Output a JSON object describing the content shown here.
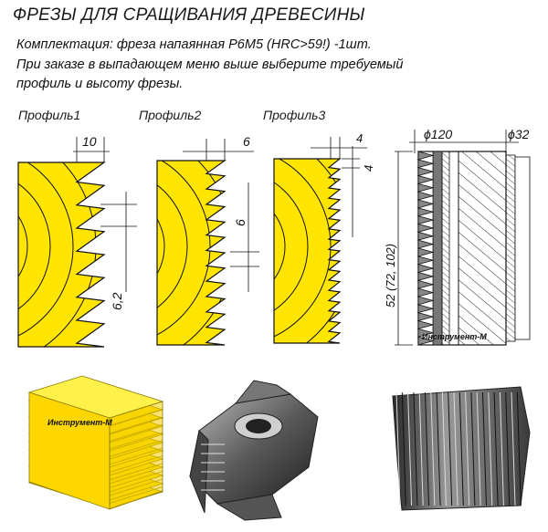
{
  "title": "ФРЕЗЫ ДЛЯ СРАЩИВАНИЯ ДРЕВЕСИНЫ",
  "description": {
    "line1": "Комплектация: фреза напаянная Р6М5 (HRC>59!) -1шт.",
    "line2": "При заказе в выпадающем меню выше выберите требуемый",
    "line3": "профиль и высоту фрезы."
  },
  "profiles": [
    {
      "label": "Профиль1",
      "pitch": "10",
      "tooth_height": "6,2"
    },
    {
      "label": "Профиль2",
      "pitch": "6",
      "tooth_height": "6"
    },
    {
      "label": "Профиль3",
      "pitch": "4",
      "tooth_height": "4"
    }
  ],
  "cutter": {
    "outer_diameter": "ϕ120",
    "bore_diameter": "ϕ32",
    "height": "52 (72, 102)",
    "brand": "Инструмент-М"
  },
  "photo_brand": "Инструмент-М",
  "colors": {
    "yellow": "#ffe500",
    "outline": "#111111",
    "steel": "#555555"
  }
}
